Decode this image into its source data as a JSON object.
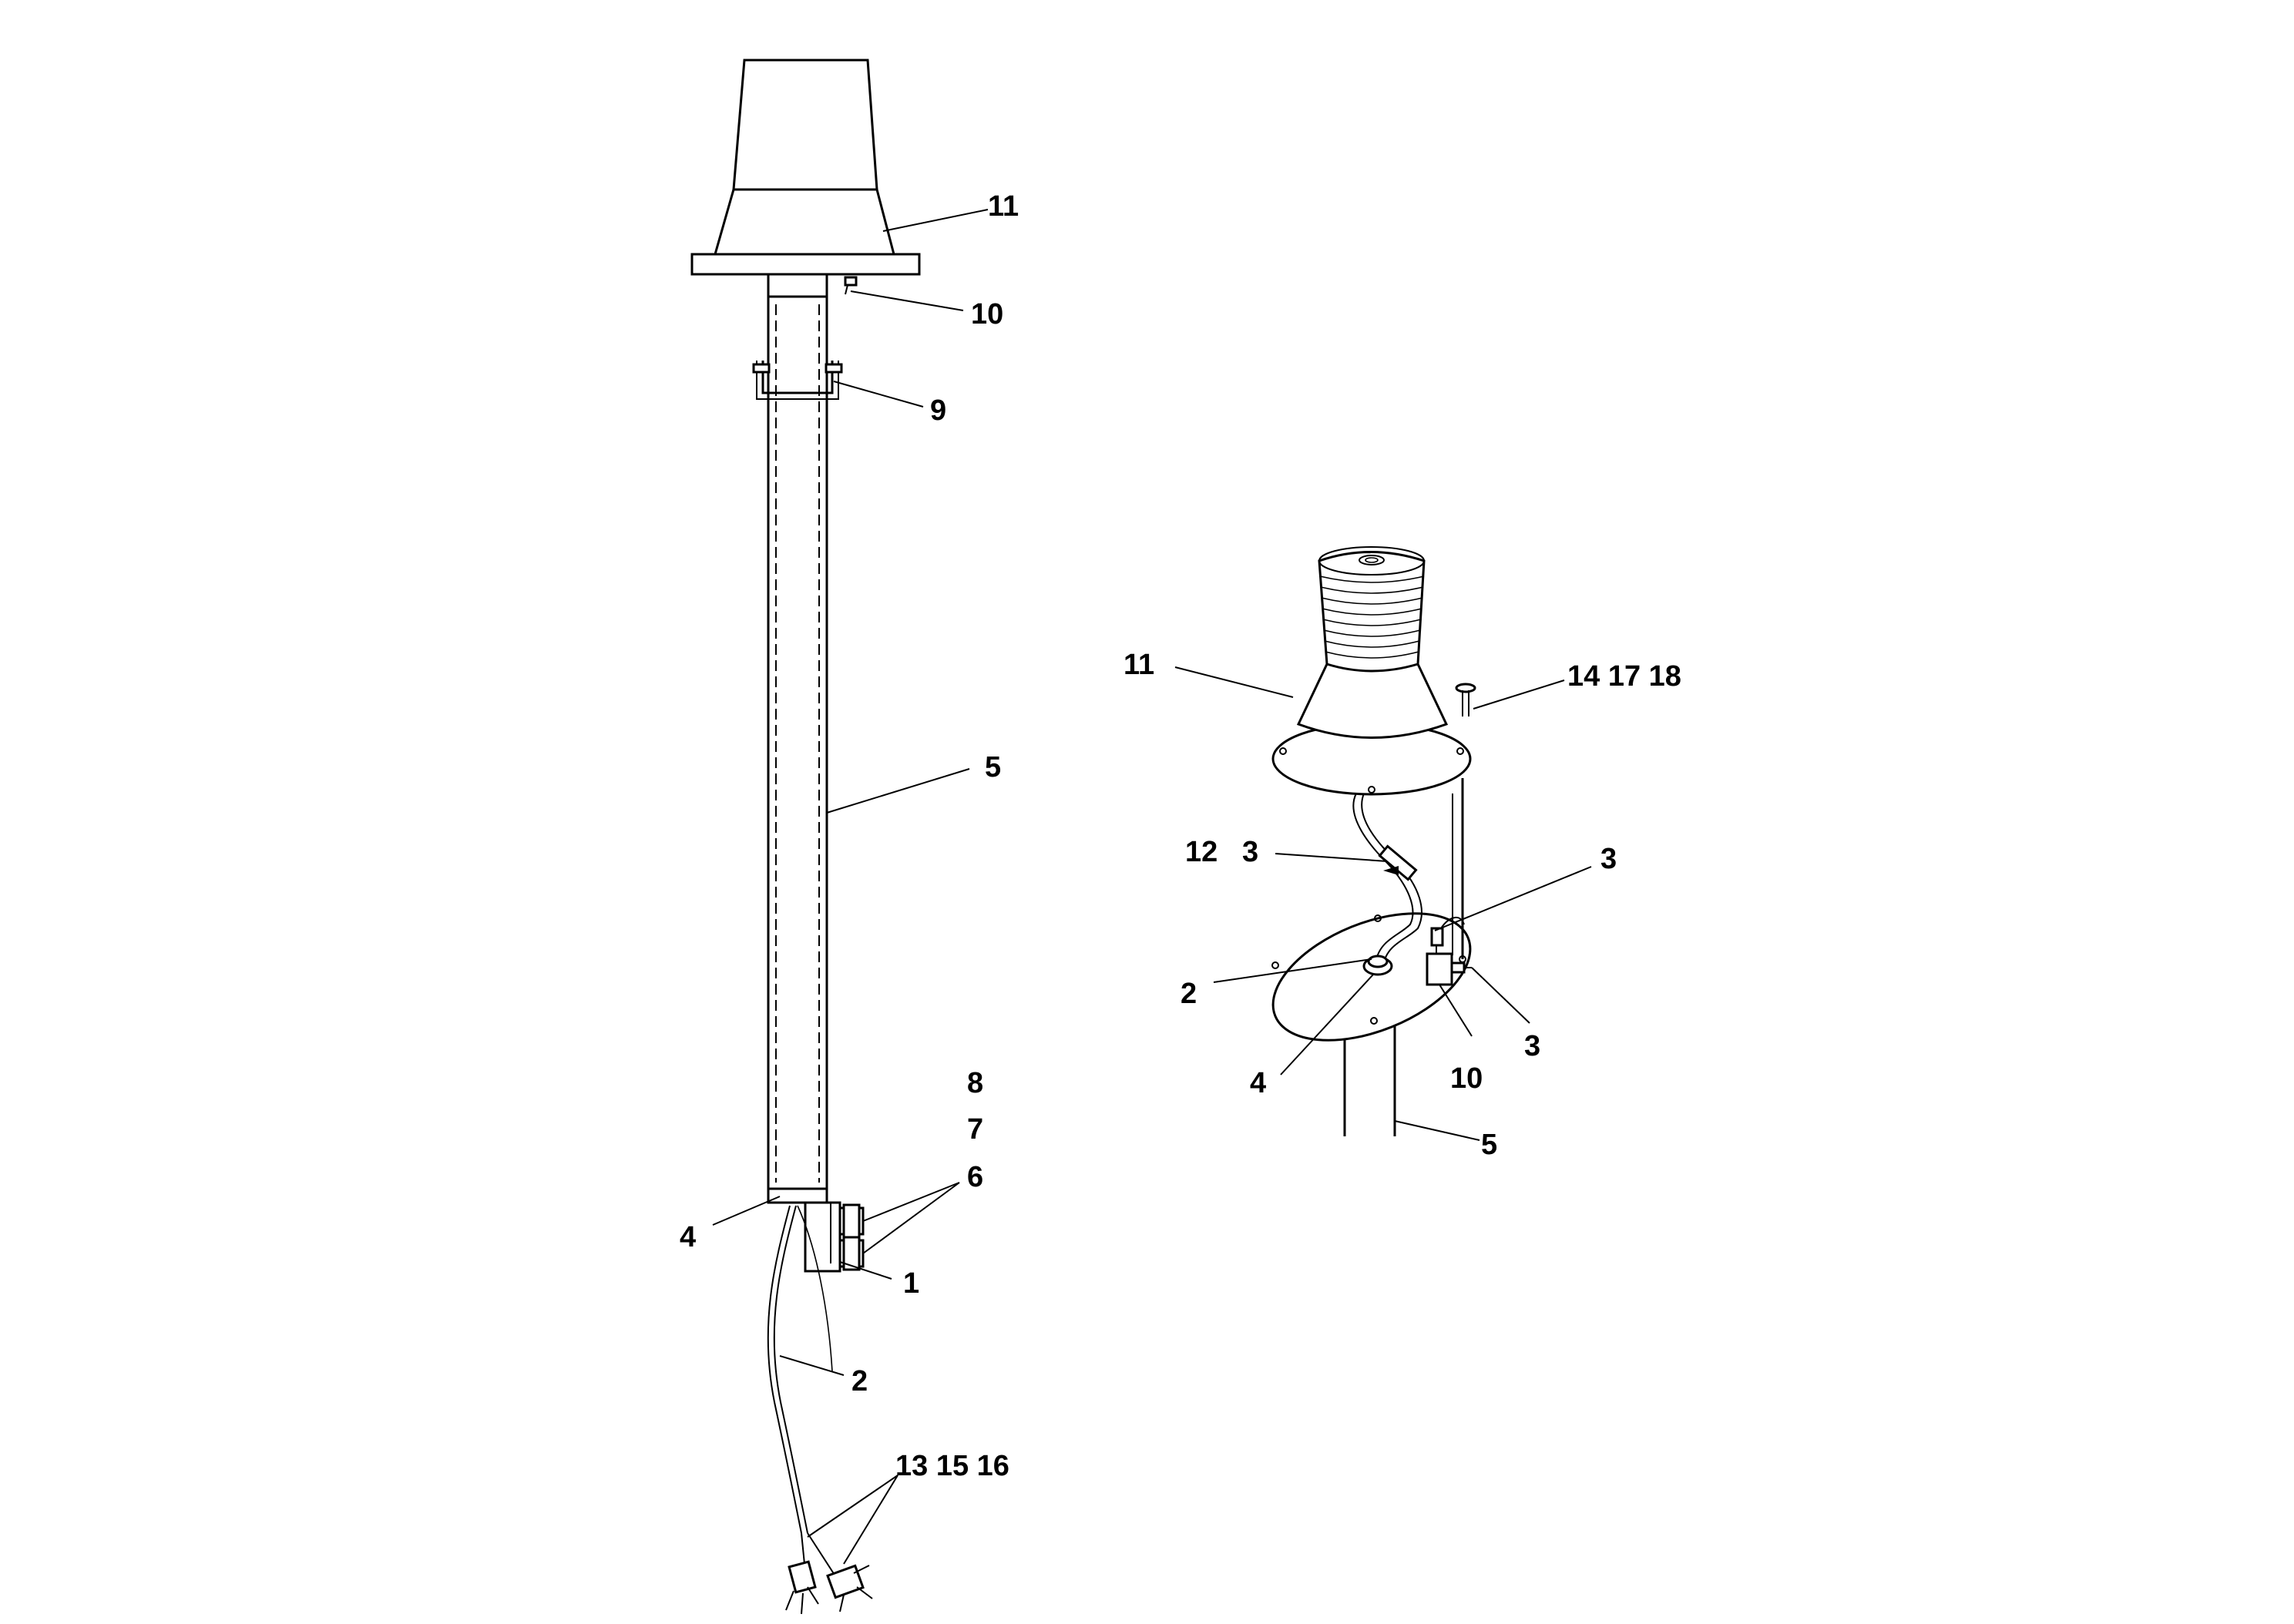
{
  "diagram": {
    "left_view_labels": {
      "l11": "11",
      "l10": "10",
      "l9": "9",
      "l5": "5",
      "l8": "8",
      "l7": "7",
      "l6": "6",
      "l4": "4",
      "l1": "1",
      "l2": "2",
      "l13_15_16": "13 15 16"
    },
    "right_view_labels": {
      "r11": "11",
      "r14_17_18": "14 17 18",
      "r12": "12",
      "r3a": "3",
      "r3b": "3",
      "r2": "2",
      "r3c": "3",
      "r4": "4",
      "r10": "10",
      "r5": "5"
    }
  }
}
